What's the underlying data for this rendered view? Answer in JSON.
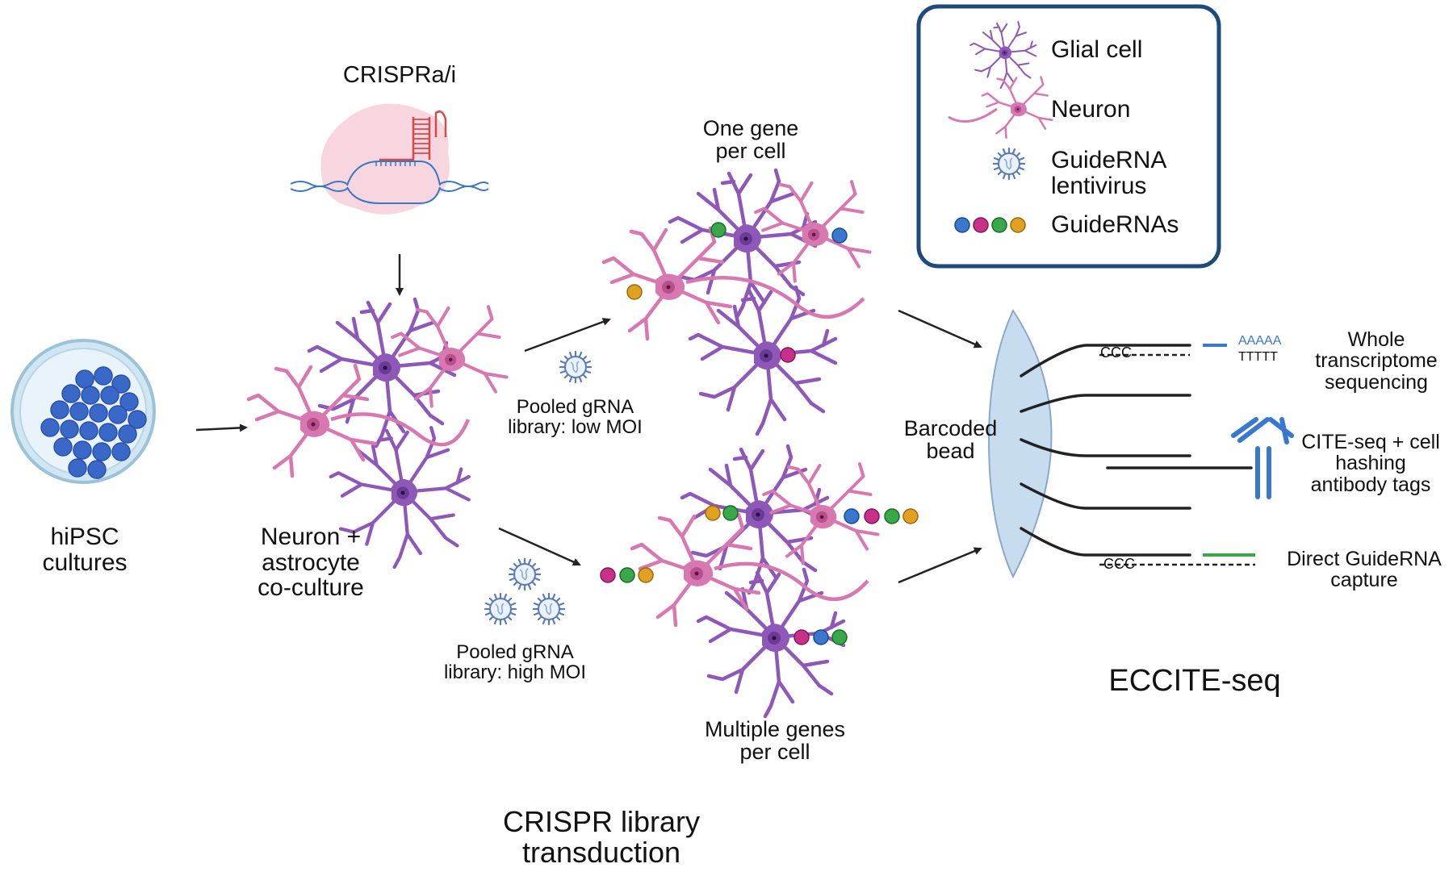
{
  "crispr_tool": "CRISPRa/i",
  "hipsc": [
    "hiPSC",
    "cultures"
  ],
  "coculture": [
    "Neuron +",
    "astrocyte",
    "co-culture"
  ],
  "low_moi": [
    "Pooled gRNA",
    "library: low MOI"
  ],
  "high_moi": [
    "Pooled gRNA",
    "library: high MOI"
  ],
  "one_gene": [
    "One gene",
    "per cell"
  ],
  "multi_gene": [
    "Multiple genes",
    "per cell"
  ],
  "section_transduction": [
    "CRISPR library",
    "transduction"
  ],
  "bead": [
    "Barcoded",
    "bead"
  ],
  "section_eccite": "ECCITE-seq",
  "legend": {
    "glial": "Glial cell",
    "neuron": "Neuron",
    "lentivirus": [
      "GuideRNA",
      "lentivirus"
    ],
    "guides": "GuideRNAs"
  },
  "capture": {
    "whole": [
      "Whole",
      "transcriptome",
      "sequencing"
    ],
    "cite": [
      "CITE-seq + cell",
      "hashing",
      "antibody tags"
    ],
    "direct": [
      "Direct GuideRNA",
      "capture"
    ],
    "polyA": "AAAAA",
    "polyT": "TTTTT",
    "ccc": "CCC"
  },
  "colors": {
    "glia": "#8e58b8",
    "neuron": "#d878b0",
    "guide_blue": "#3a78d0",
    "guide_magenta": "#c8308a",
    "guide_green": "#38a848",
    "guide_orange": "#e0a020",
    "legend_border": "#1e4a7a",
    "bead": "#c8dcf0",
    "antibody": "#3a78d0",
    "petri": "#3a68c8"
  }
}
